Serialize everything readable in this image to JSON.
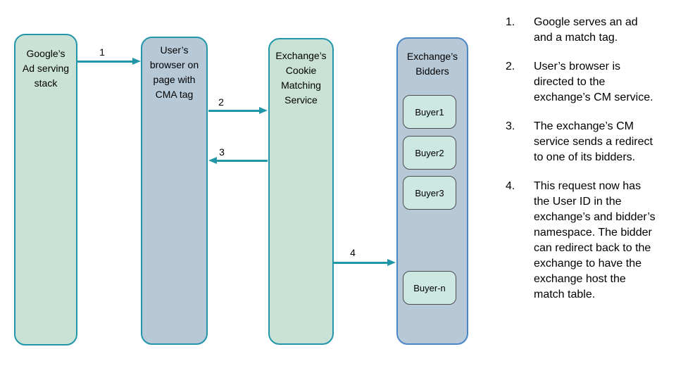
{
  "colors": {
    "teal_accent": "#2196A8",
    "green_node_fill": "#C9E2D5",
    "blue_node_fill": "#B7C8D7",
    "bidders_border_blue": "#4A86C8",
    "buyer_chip_fill": "#CDE8E2",
    "buyer_chip_border": "#4D4D4D",
    "text": "#000000",
    "background": "#FFFFFF"
  },
  "diagram": {
    "nodes": {
      "google": {
        "label": "Google’s\nAd serving\nstack"
      },
      "browser": {
        "label": "User’s\nbrowser on\npage with\nCMA tag"
      },
      "cm_service": {
        "label": "Exchange’s\nCookie\nMatching\nService"
      },
      "bidders": {
        "label": "Exchange’s\nBidders"
      }
    },
    "buyers": [
      "Buyer1",
      "Buyer2",
      "Buyer3",
      "Buyer-n"
    ],
    "arrows": [
      {
        "label": "1",
        "from": "google",
        "to": "browser",
        "direction": "right"
      },
      {
        "label": "2",
        "from": "browser",
        "to": "cm_service",
        "direction": "right"
      },
      {
        "label": "3",
        "from": "cm_service",
        "to": "browser",
        "direction": "left"
      },
      {
        "label": "4",
        "from": "cm_service",
        "to": "bidders",
        "direction": "right"
      }
    ]
  },
  "steps": [
    {
      "num": "1.",
      "text": "Google serves an ad and a match tag."
    },
    {
      "num": "2.",
      "text": "User’s browser is directed to the exchange’s CM service."
    },
    {
      "num": "3.",
      "text": "The exchange’s CM service sends a redirect to one of its bidders."
    },
    {
      "num": "4.",
      "text": "This request now has the User ID in the exchange’s and bidder’s namespace. The bidder can redirect back to the exchange to have the exchange host the match table."
    }
  ]
}
